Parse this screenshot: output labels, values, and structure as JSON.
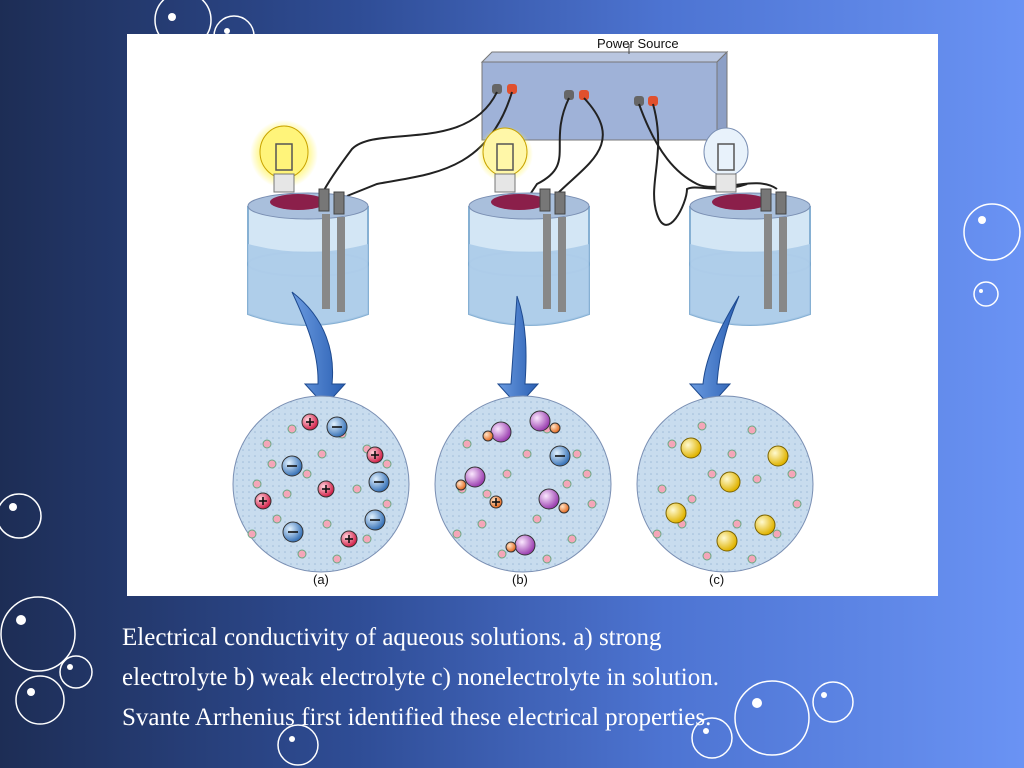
{
  "slide": {
    "background_colors": [
      "#1d2d55",
      "#6a93f4"
    ],
    "figure": {
      "power_source_label": "Power Source",
      "panels": [
        {
          "id": "a",
          "label": "(a)",
          "bulb_state": "bright",
          "kind": "strong electrolyte"
        },
        {
          "id": "b",
          "label": "(b)",
          "bulb_state": "dim",
          "kind": "weak electrolyte"
        },
        {
          "id": "c",
          "label": "(c)",
          "bulb_state": "off",
          "kind": "nonelectrolyte"
        }
      ]
    },
    "caption": {
      "line1": "Electrical conductivity of aqueous solutions.  a) strong",
      "line2": "electrolyte b) weak electrolyte c) nonelectrolyte in solution.",
      "line3": "Svante Arrhenius first identified these electrical properties."
    }
  }
}
